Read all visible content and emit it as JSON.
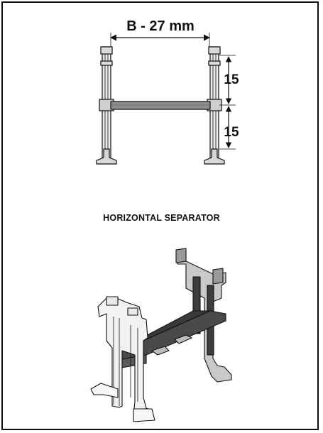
{
  "dimensions": {
    "width_label": "B - 27 mm",
    "upper_spacing": "15",
    "lower_spacing": "15"
  },
  "caption": "HORIZONTAL SEPARATOR",
  "colors": {
    "line": "#111111",
    "fill_light": "#e4e4e4",
    "fill_mid": "#9a9a9a",
    "fill_dark": "#3c3c3c"
  }
}
